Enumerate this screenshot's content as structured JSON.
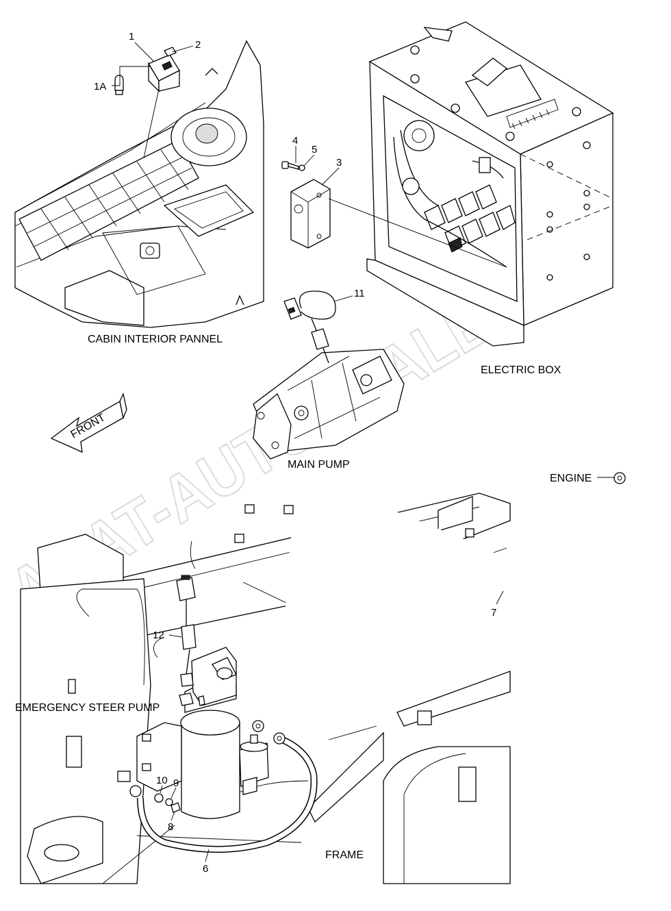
{
  "diagram": {
    "labels": {
      "cabin_panel": "CABIN INTERIOR PANNEL",
      "electric_box": "ELECTRIC BOX",
      "front": "FRONT",
      "main_pump": "MAIN PUMP",
      "engine": "ENGINE",
      "emergency_steer_pump": "EMERGENCY STEER PUMP",
      "frame": "FRAME"
    },
    "callouts": {
      "p1": "1",
      "p1a": "1A",
      "p2": "2",
      "p3": "3",
      "p4": "4",
      "p5": "5",
      "p6": "6",
      "p7": "7",
      "p8": "8",
      "p9": "9",
      "p10": "10",
      "p11": "11",
      "p12": "12"
    },
    "watermark": "ACAT-AUTODEALER.RU"
  }
}
